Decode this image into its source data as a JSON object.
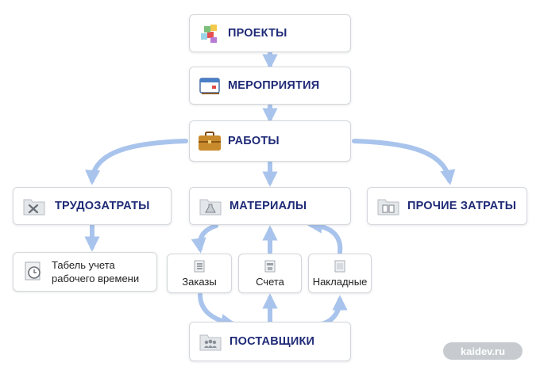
{
  "nodes": {
    "projects": "ПРОЕКТЫ",
    "events": "МЕРОПРИЯТИЯ",
    "works": "РАБОТЫ",
    "labor_costs": "ТРУДОЗАТРАТЫ",
    "materials": "МАТЕРИАЛЫ",
    "other_costs": "ПРОЧИЕ ЗАТРАТЫ",
    "timesheet_line1": "Табель учета",
    "timesheet_line2": "рабочего времени",
    "orders": "Заказы",
    "invoices": "Счета",
    "waybills": "Накладные",
    "suppliers": "ПОСТАВЩИКИ"
  },
  "watermark": "kaidev.ru",
  "colors": {
    "label": "#1f2a77",
    "arrow": "#a9c4ec",
    "border": "#d3d7dc"
  }
}
